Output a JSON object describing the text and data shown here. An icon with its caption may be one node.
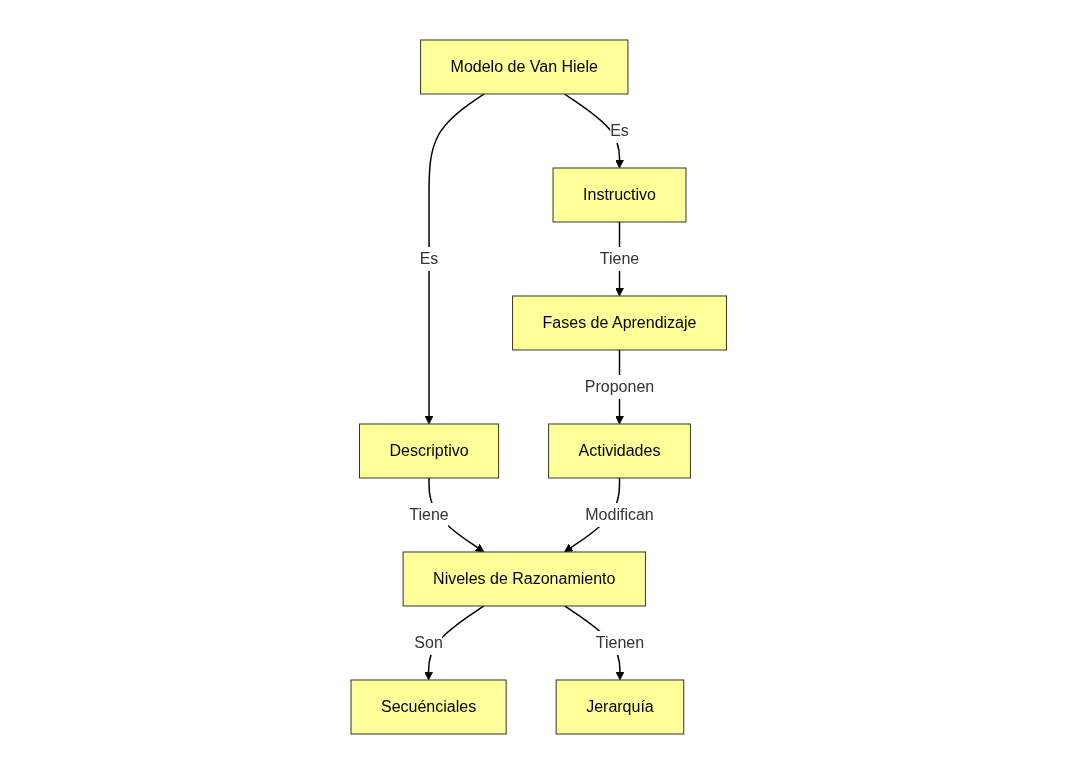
{
  "diagram": {
    "nodes": [
      {
        "text": [
          "Modelo de Van Hiele"
        ]
      },
      {
        "text": [
          "Instructivo"
        ]
      },
      {
        "text": [
          "Descriptivo"
        ]
      },
      {
        "text": [
          "Fases de Aprendizaje"
        ]
      },
      {
        "text": [
          "Niveles de Razonamiento"
        ]
      },
      {
        "text": [
          "Actividades"
        ]
      },
      {
        "text": [
          "Secuénciales"
        ]
      },
      {
        "text": [
          "Jerarquía"
        ]
      }
    ],
    "edges": [
      {
        "from": 0,
        "to": 1,
        "arrow": "to",
        "label": "Es"
      },
      {
        "from": 0,
        "to": 2,
        "arrow": "to",
        "label": "Es"
      },
      {
        "from": 1,
        "to": 3,
        "arrow": "to",
        "label": "Tiene"
      },
      {
        "from": 2,
        "to": 4,
        "arrow": "to",
        "label": "Tiene"
      },
      {
        "from": 3,
        "to": 5,
        "arrow": "to",
        "label": "Proponen"
      },
      {
        "from": 5,
        "to": 4,
        "arrow": "to",
        "label": "Modifican"
      },
      {
        "from": 4,
        "to": 6,
        "arrow": "to",
        "label": "Son"
      },
      {
        "from": 4,
        "to": 7,
        "arrow": "to",
        "label": "Tienen"
      }
    ]
  }
}
